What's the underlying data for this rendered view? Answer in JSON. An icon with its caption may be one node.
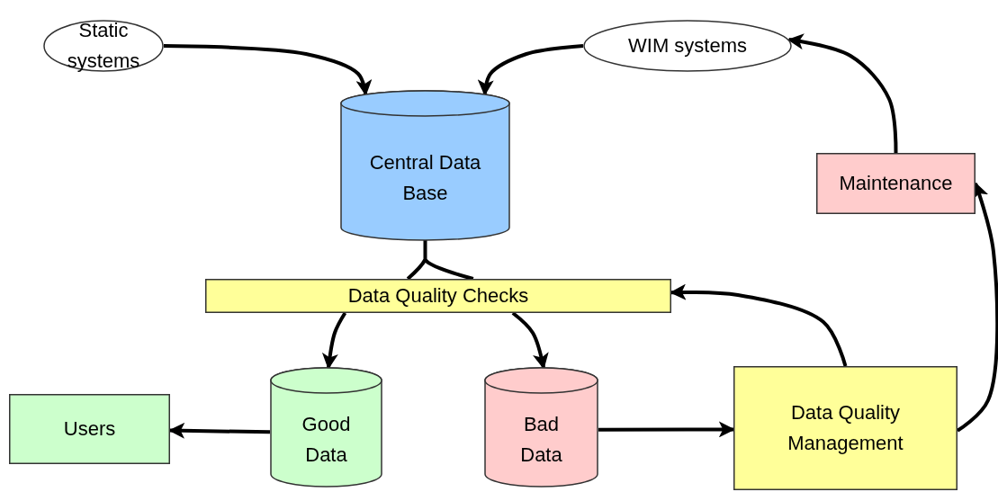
{
  "diagram": {
    "nodes": [
      {
        "text": [
          "Static systems"
        ]
      },
      {
        "text": [
          "WIM systems"
        ]
      },
      {
        "text": [
          "Central Data Base"
        ]
      },
      {
        "text": [
          "Maintenance"
        ]
      },
      {
        "text": [
          "Data Quality Checks"
        ]
      },
      {
        "text": [
          "Users"
        ]
      },
      {
        "text": [
          "Good Data"
        ]
      },
      {
        "text": [
          "Bad Data"
        ]
      },
      {
        "text": [
          "Data Quality Management"
        ]
      }
    ],
    "edges": [
      {
        "from": 0,
        "to": 2,
        "arrow": "to"
      },
      {
        "from": 1,
        "to": 2,
        "arrow": "to"
      },
      {
        "from": 2,
        "to": 4,
        "arrow": "none"
      },
      {
        "from": 4,
        "to": 6,
        "arrow": "to"
      },
      {
        "from": 4,
        "to": 7,
        "arrow": "to"
      },
      {
        "from": 6,
        "to": 5,
        "arrow": "to"
      },
      {
        "from": 7,
        "to": 8,
        "arrow": "to"
      },
      {
        "from": 8,
        "to": 4,
        "arrow": "to"
      },
      {
        "from": 8,
        "to": 3,
        "arrow": "to"
      },
      {
        "from": 3,
        "to": 1,
        "arrow": "to"
      }
    ]
  }
}
